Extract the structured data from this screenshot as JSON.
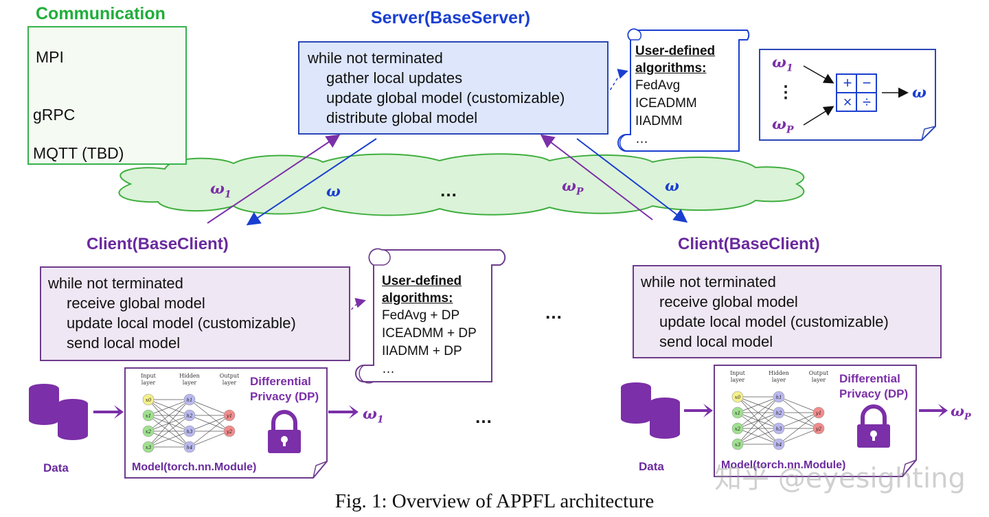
{
  "communication": {
    "title": "Communication",
    "protocols": [
      "MPI",
      "gRPC",
      "MQTT (TBD)"
    ]
  },
  "server": {
    "title": "Server(BaseServer)",
    "loop": [
      "while not terminated",
      "gather local updates",
      "update global model (customizable)",
      "distribute global model"
    ],
    "algorithms": {
      "title_line1": "User-defined",
      "title_line2": "algorithms:",
      "items": [
        "FedAvg",
        "ICEADMM",
        "IIADMM",
        "…"
      ]
    }
  },
  "aggregation": {
    "inputs": [
      "ω",
      "⋮",
      "ω"
    ],
    "input_subscripts": [
      "1",
      "",
      "P"
    ],
    "operators": [
      "+",
      "−",
      "×",
      "÷"
    ],
    "output": "ω"
  },
  "network": {
    "labels": [
      "ω",
      "ω",
      "…",
      "ω",
      "ω"
    ],
    "subscripts": [
      "1",
      "",
      "",
      "P",
      ""
    ]
  },
  "client_left": {
    "title": "Client(BaseClient)",
    "loop": [
      "while not terminated",
      "receive global model",
      "update local model (customizable)",
      "send local model"
    ],
    "algorithms": {
      "title_line1": "User-defined",
      "title_line2": "algorithms:",
      "items": [
        "FedAvg + DP",
        "ICEADMM + DP",
        "IIADMM + DP",
        "…"
      ]
    },
    "data_label": "Data",
    "model_label": "Model(torch.nn.Module)",
    "dp_line1": "Differential",
    "dp_line2": "Privacy (DP)",
    "output": "ω",
    "output_sub": "1"
  },
  "client_right": {
    "title": "Client(BaseClient)",
    "loop": [
      "while not terminated",
      "receive global model",
      "update local model (customizable)",
      "send local model"
    ],
    "data_label": "Data",
    "model_label": "Model(torch.nn.Module)",
    "dp_line1": "Differential",
    "dp_line2": "Privacy (DP)",
    "output": "ω",
    "output_sub": "P"
  },
  "nn": {
    "input_label": "Input layer",
    "hidden_label": "Hidden layer",
    "output_label": "Output layer",
    "inputs": [
      "x0",
      "x1",
      "x2",
      "x3"
    ],
    "hidden": [
      "h1",
      "h2",
      "h3",
      "h4"
    ],
    "outputs": [
      "y1",
      "y2"
    ]
  },
  "ellipses": [
    "…",
    "…"
  ],
  "caption": "Fig. 1: Overview of APPFL architecture",
  "watermark": "知乎 @eyesighting",
  "colors": {
    "server_blue": "#1b3fd1",
    "client_purple": "#6a2a9e",
    "comm_green": "#1fae3a",
    "cloud_green": "#dbf3d8"
  }
}
